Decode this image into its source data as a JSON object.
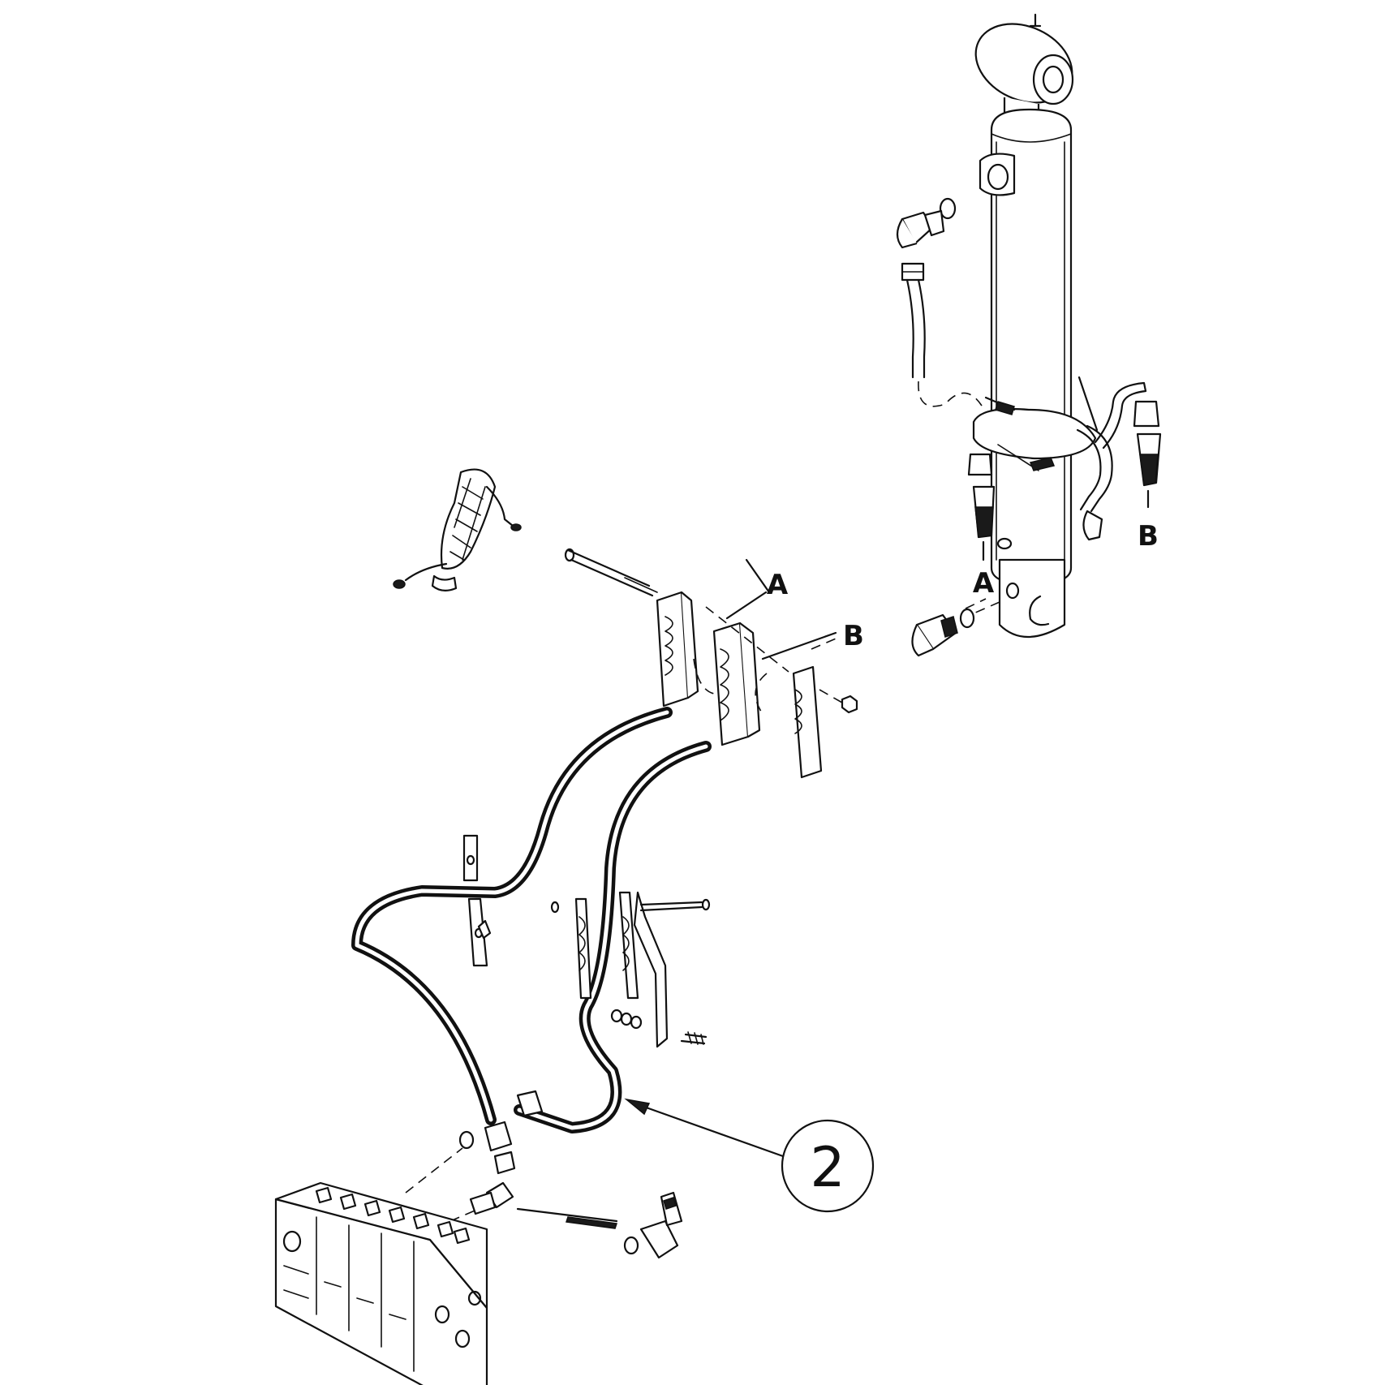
{
  "labels": {
    "hose_end_a": "A",
    "hose_end_b": "B",
    "cylinder_port_a": "A",
    "cylinder_port_b": "B",
    "callout_number": "2"
  }
}
